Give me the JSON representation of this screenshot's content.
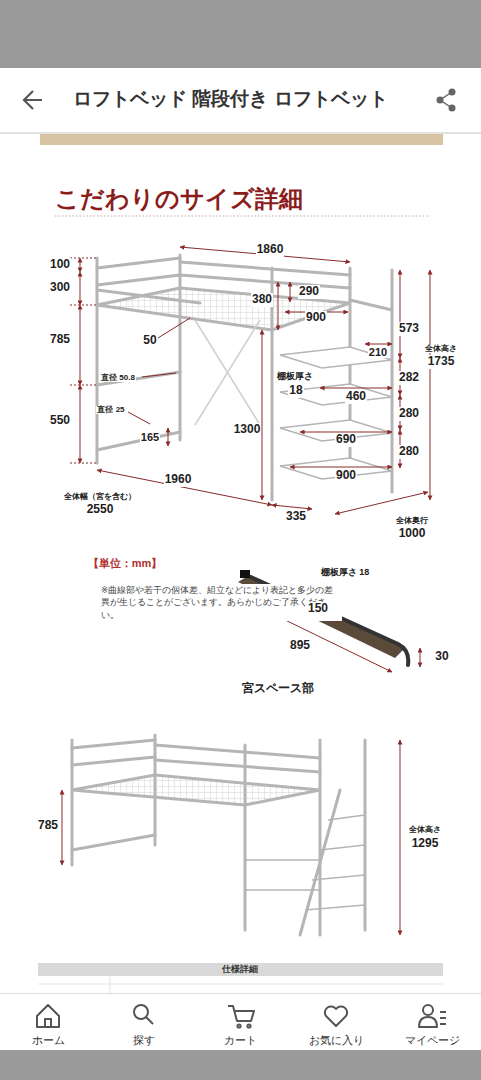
{
  "diagram": {
    "title": "こだわりのサイズ詳細",
    "labels": [
      "ロフトベッド 階段付き ロフトベット",
      "1860",
      "100",
      "300",
      "785",
      "550",
      "380",
      "290",
      "900",
      "50",
      "573",
      "210",
      "直径 50.8",
      "棚板厚さ",
      "18",
      "282",
      "460",
      "全体高さ",
      "1735",
      "直径 25",
      "165",
      "1300",
      "280",
      "690",
      "280",
      "900",
      "1960",
      "全体幅（宮を含む）",
      "2550",
      "335",
      "全体奥行",
      "1000",
      "【単位：mm】",
      "※曲線部や若干の個体差、組立などにより表記と多少の差異が生じることがございます。あらかじめご了承ください。",
      "棚板厚さ 18",
      "150",
      "895",
      "30",
      "宮スペース部",
      "785",
      "全体高さ",
      "1295",
      "仕様詳細",
      "ホーム",
      "探す",
      "カート",
      "お気に入り",
      "マイページ"
    ]
  }
}
